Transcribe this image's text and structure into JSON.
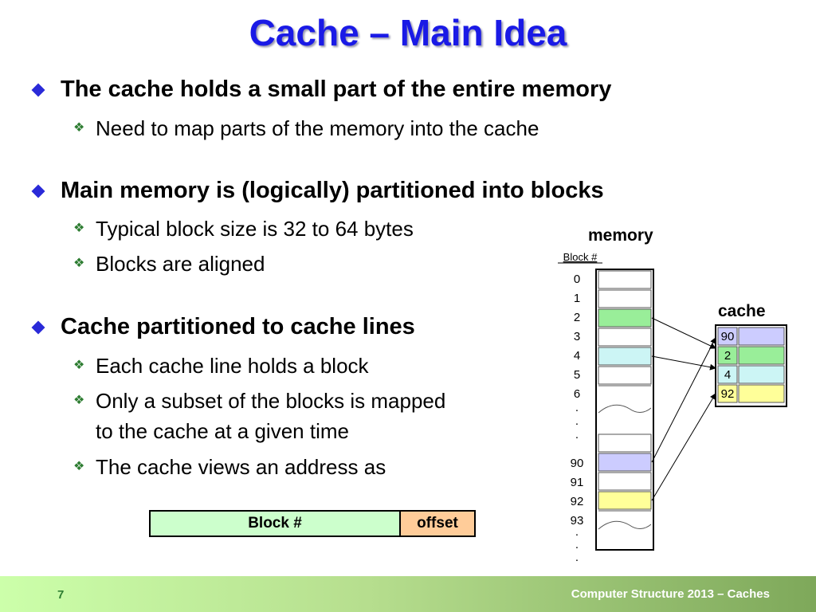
{
  "title": "Cache – Main Idea",
  "bullets": [
    {
      "text": "The cache holds a small part of the entire memory",
      "subs": [
        "Need to map parts of the memory into the cache"
      ]
    },
    {
      "text": "Main memory is (logically) partitioned into blocks",
      "subs": [
        "Typical block size is 32 to 64 bytes",
        "Blocks are aligned"
      ]
    },
    {
      "text": "Cache partitioned to cache lines",
      "subs": [
        "Each cache line holds a block",
        "Only a subset of the blocks is mapped",
        "to the cache at a given time",
        "The cache views an address as"
      ]
    }
  ],
  "address": {
    "block_label": "Block #",
    "offset_label": "offset"
  },
  "memory": {
    "label": "memory",
    "block_header": "Block #",
    "block_numbers": [
      "0",
      "1",
      "2",
      "3",
      "4",
      "5",
      "6",
      "90",
      "91",
      "92",
      "93"
    ],
    "dots": ".",
    "colors": {
      "green": "#99ee99",
      "cyan": "#ccf5f5",
      "blue": "#ccccff",
      "yellow": "#ffff99"
    }
  },
  "cache": {
    "label": "cache",
    "lines": [
      "90",
      "2",
      "4",
      "92"
    ]
  },
  "footer": {
    "page_number": "7",
    "course": "Computer Structure 2013 – Caches"
  }
}
